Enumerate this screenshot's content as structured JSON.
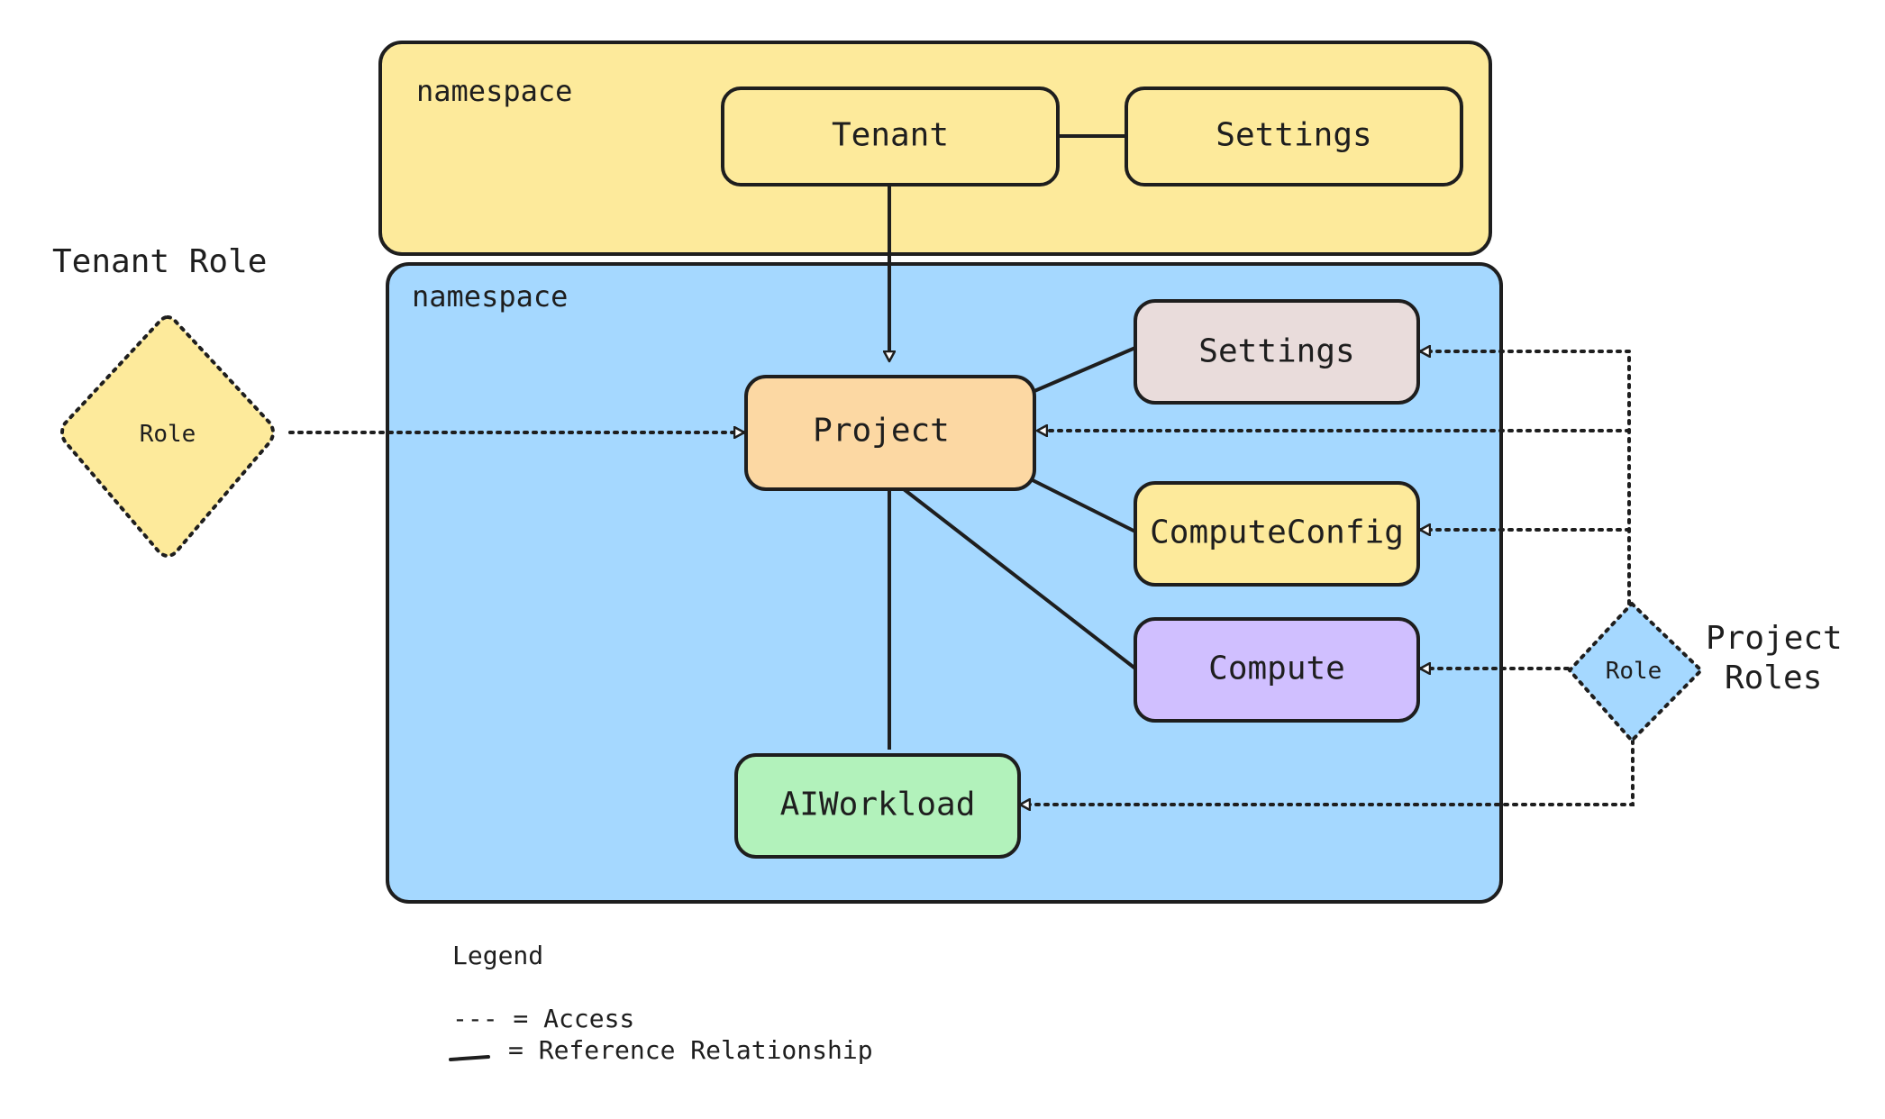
{
  "colors": {
    "yellow_namespace": "#fdea9b",
    "blue_namespace": "#a5d8ff",
    "tenant": "#fdea9b",
    "tenant_settings": "#fdea9b",
    "project": "#fcd8a3",
    "project_settings": "#e9dcdb",
    "compute_config": "#fdea9b",
    "compute": "#d0bfff",
    "ai_workload": "#b2f2bb",
    "tenant_role": "#fdea9b",
    "project_role": "#a5d8ff",
    "stroke": "#1e1e1e"
  },
  "namespaces": {
    "tenant_namespace": "namespace",
    "project_namespace": "namespace"
  },
  "nodes": {
    "tenant": "Tenant",
    "tenant_settings": "Settings",
    "project": "Project",
    "project_settings": "Settings",
    "compute_config": "ComputeConfig",
    "compute": "Compute",
    "ai_workload": "AIWorkload"
  },
  "roles": {
    "tenant_role_title": "Tenant Role",
    "tenant_role": "Role",
    "project_roles_title_line1": "Project",
    "project_roles_title_line2": "Roles",
    "project_role": "Role"
  },
  "legend": {
    "title": "Legend",
    "access_line": "--- = Access",
    "reference_line": "= Reference Relationship"
  }
}
